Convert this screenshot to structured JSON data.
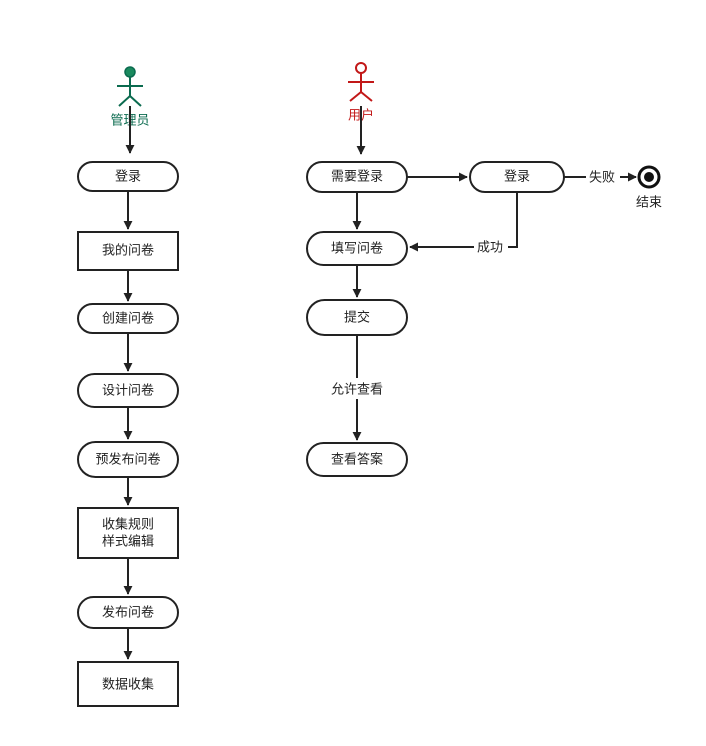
{
  "colors": {
    "stroke": "#222222",
    "admin": "#0b6b4f",
    "admin_head": "#1a8a5e",
    "user": "#c21818",
    "end": "#111111"
  },
  "actors": {
    "admin": {
      "label": "管理员"
    },
    "user": {
      "label": "用户"
    }
  },
  "admin_flow": {
    "login": "登录",
    "my_surveys": "我的问卷",
    "create_survey": "创建问卷",
    "design_survey": "设计问卷",
    "prepublish_survey": "预发布问卷",
    "rules_line1": "收集规则",
    "rules_line2": "样式编辑",
    "publish_survey": "发布问卷",
    "data_collection": "数据收集"
  },
  "user_flow": {
    "need_login": "需要登录",
    "login": "登录",
    "fill_survey": "填写问卷",
    "submit": "提交",
    "view_answers": "查看答案"
  },
  "edge_labels": {
    "fail": "失败",
    "success": "成功",
    "allow_view": "允许查看"
  },
  "end": {
    "label": "结束",
    "icon": "end-state-icon"
  }
}
